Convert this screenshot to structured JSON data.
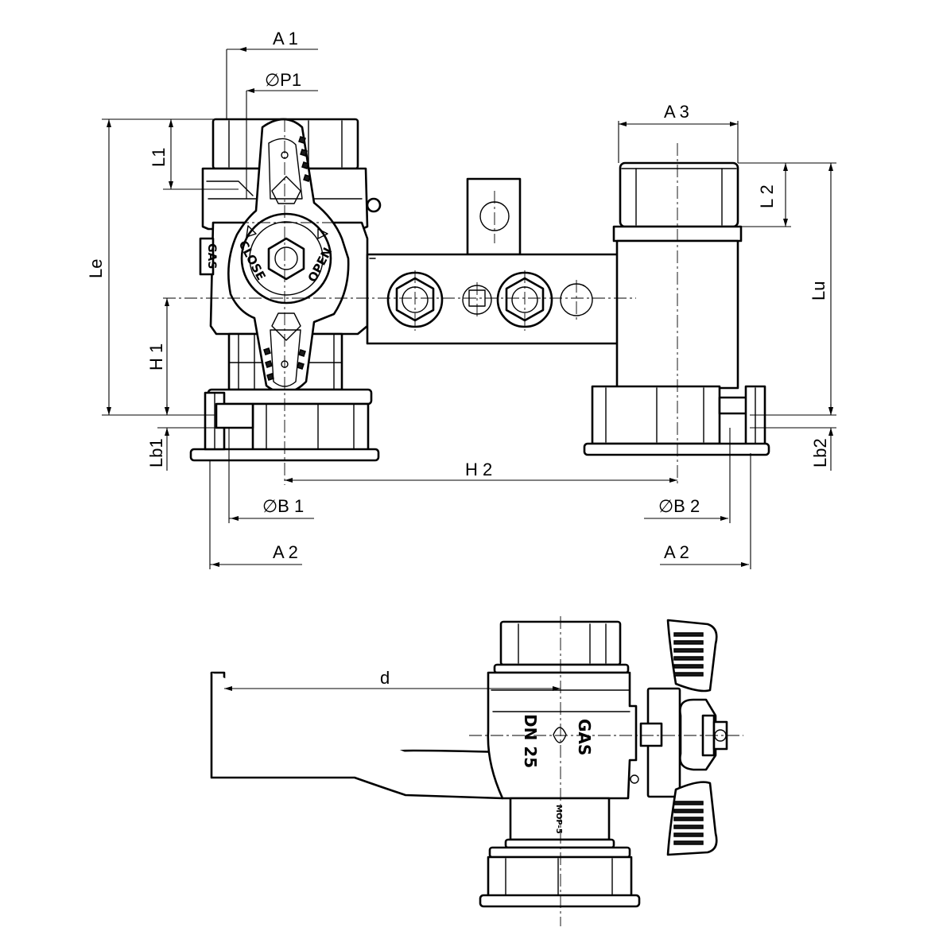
{
  "dimensions": {
    "a1": "A 1",
    "p1": "∅P1",
    "a3": "A 3",
    "l1": "L1",
    "l2": "L 2",
    "le": "Le",
    "lu": "Lu",
    "h1": "H 1",
    "h2": "H 2",
    "lb1": "Lb1",
    "lb2": "Lb2",
    "b1": "∅B 1",
    "b2": "∅B 2",
    "a2_left": "A 2",
    "a2_right": "A 2",
    "d": "d"
  },
  "markings": {
    "close": "CLOSE",
    "open": "OPEN",
    "gas_side": "GAS",
    "gas_body": "GAS",
    "dn": "DN 25",
    "mop": "MOP-5"
  }
}
